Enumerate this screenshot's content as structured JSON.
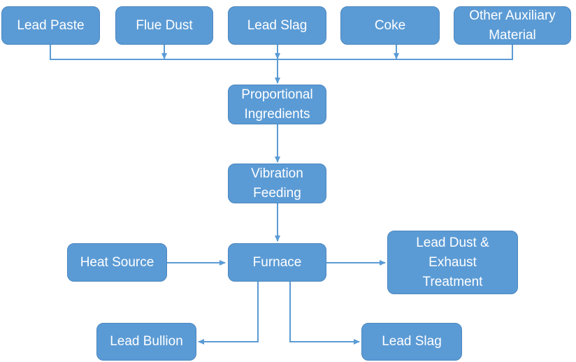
{
  "diagram": {
    "inputs": {
      "lead_paste": "Lead Paste",
      "flue_dust": "Flue Dust",
      "lead_slag": "Lead Slag",
      "coke": "Coke",
      "other_auxiliary": "Other Auxiliary\nMaterial"
    },
    "process": {
      "proportional_ingredients": "Proportional\nIngredients",
      "vibration_feeding": "Vibration\nFeeding",
      "furnace": "Furnace"
    },
    "heat_source": "Heat Source",
    "outputs": {
      "lead_dust_exhaust": "Lead Dust &\nExhaust\nTreatment",
      "lead_bullion": "Lead Bullion",
      "lead_slag": "Lead Slag"
    },
    "colors": {
      "box_fill": "#5b9bd5",
      "box_border": "#4a86bf",
      "connector": "#5b9bd5",
      "text": "#ffffff"
    }
  }
}
